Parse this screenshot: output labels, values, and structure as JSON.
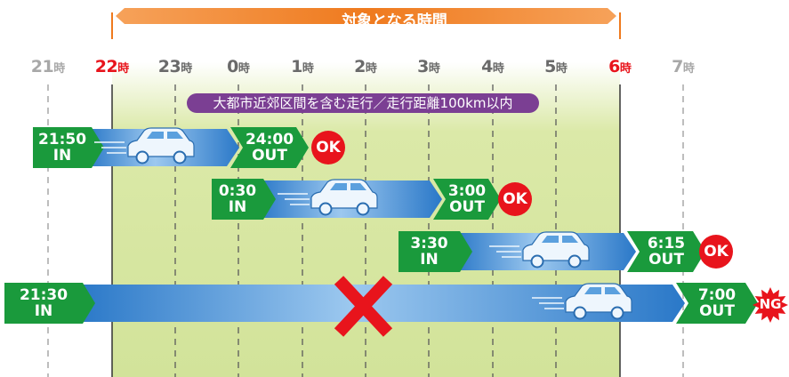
{
  "banner": {
    "label": "対象となる時間"
  },
  "note": "大都市近郊区間を含む走行／走行距離100km以内",
  "hours": [
    {
      "num": "21",
      "unit": "時",
      "style": "gray"
    },
    {
      "num": "22",
      "unit": "時",
      "style": "red"
    },
    {
      "num": "23",
      "unit": "時",
      "style": "dark"
    },
    {
      "num": "0",
      "unit": "時",
      "style": "dark"
    },
    {
      "num": "1",
      "unit": "時",
      "style": "dark"
    },
    {
      "num": "2",
      "unit": "時",
      "style": "dark"
    },
    {
      "num": "3",
      "unit": "時",
      "style": "dark"
    },
    {
      "num": "4",
      "unit": "時",
      "style": "dark"
    },
    {
      "num": "5",
      "unit": "時",
      "style": "dark"
    },
    {
      "num": "6",
      "unit": "時",
      "style": "red"
    },
    {
      "num": "7",
      "unit": "時",
      "style": "gray"
    }
  ],
  "trips": [
    {
      "in_time": "21:50",
      "in_label": "IN",
      "out_time": "24:00",
      "out_label": "OUT",
      "result": "OK"
    },
    {
      "in_time": "0:30",
      "in_label": "IN",
      "out_time": "3:00",
      "out_label": "OUT",
      "result": "OK"
    },
    {
      "in_time": "3:30",
      "in_label": "IN",
      "out_time": "6:15",
      "out_label": "OUT",
      "result": "OK"
    },
    {
      "in_time": "21:30",
      "in_label": "IN",
      "out_time": "7:00",
      "out_label": "OUT",
      "result": "NG"
    }
  ],
  "colors": {
    "green": "#1a9a3c",
    "blue": "#2f7fd0",
    "red": "#e8141c",
    "orange": "#f07a1c",
    "purple": "#7b3f93",
    "zone": "#dbe9a8"
  }
}
